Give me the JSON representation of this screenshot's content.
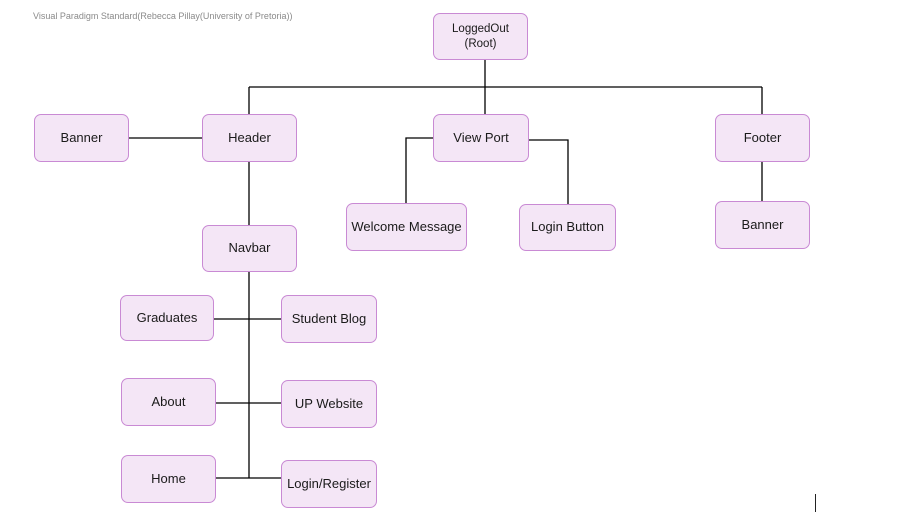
{
  "watermark": "Visual Paradigm Standard(Rebecca Pillay(University of Pretoria))",
  "nodes": {
    "root": {
      "line1": "LoggedOut",
      "line2": "(Root)"
    },
    "banner_left": "Banner",
    "header": "Header",
    "view_port": "View Port",
    "footer": "Footer",
    "welcome_message": "Welcome Message",
    "login_button": "Login Button",
    "banner_right": "Banner",
    "navbar": "Navbar",
    "graduates": "Graduates",
    "student_blog": "Student Blog",
    "about": "About",
    "up_website": "UP Website",
    "home": "Home",
    "login_register": "Login/Register"
  },
  "colors": {
    "node_fill": "#f4e6f6",
    "node_border": "#c98ad4",
    "line": "#000000"
  }
}
